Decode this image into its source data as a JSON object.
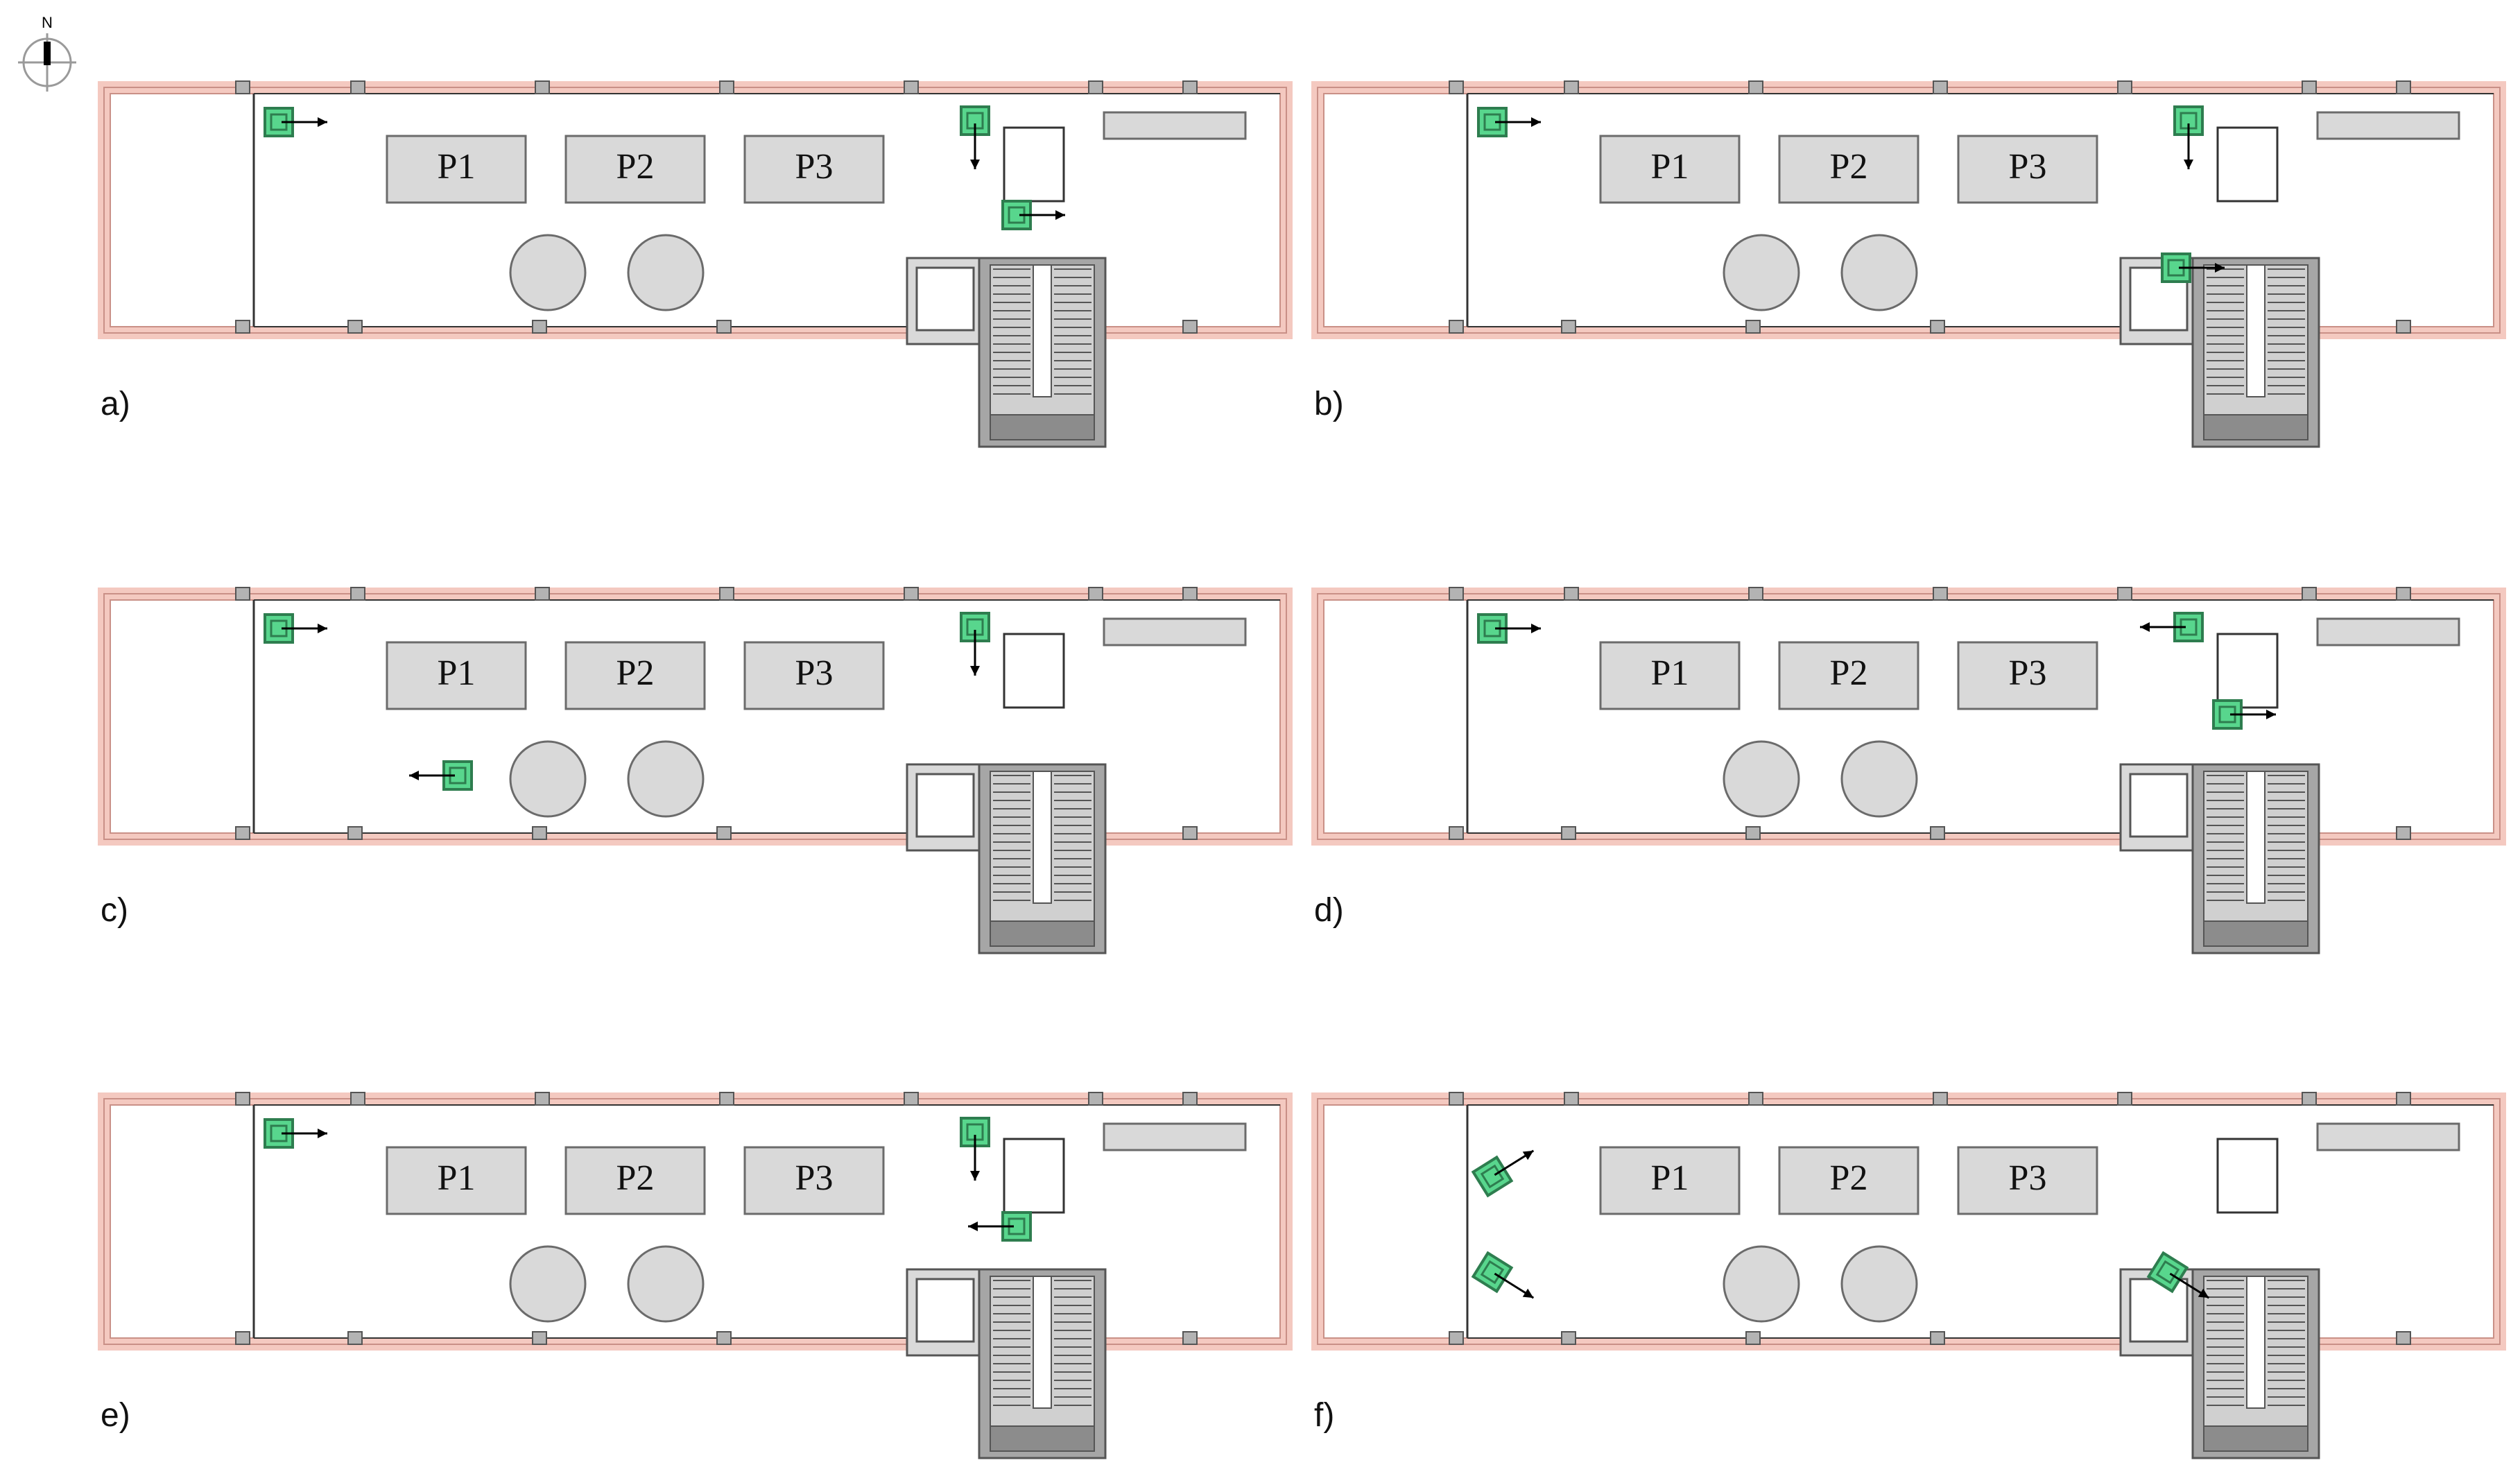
{
  "compass": {
    "label": "N",
    "icon": "north-arrow-icon"
  },
  "colors": {
    "outer_wall": "#f4c9c0",
    "outer_wall_stroke": "#c99087",
    "platform_fill": "#d9d9d9",
    "platform_stroke": "#6b6b6b",
    "stair_fill": "#a6a6a6",
    "stair_dark": "#8c8c8c",
    "camera_fill": "#58d68d",
    "camera_stroke": "#2e7d4f",
    "pillar": "#b3b3b3"
  },
  "platform_labels": [
    "P1",
    "P2",
    "P3"
  ],
  "panels": [
    {
      "label": "a)",
      "cameras": [
        {
          "pos": "nw-corner",
          "dir": "east"
        },
        {
          "pos": "ne-box-top",
          "dir": "south"
        },
        {
          "pos": "ne-box-bottom",
          "dir": "east"
        }
      ],
      "white_box": true
    },
    {
      "label": "b)",
      "cameras": [
        {
          "pos": "nw-corner",
          "dir": "east"
        },
        {
          "pos": "ne-box-top",
          "dir": "south"
        },
        {
          "pos": "south-mid",
          "dir": "east"
        }
      ],
      "white_box": true
    },
    {
      "label": "c)",
      "cameras": [
        {
          "pos": "nw-corner",
          "dir": "east"
        },
        {
          "pos": "ne-box-top",
          "dir": "south"
        },
        {
          "pos": "south-west",
          "dir": "west"
        }
      ],
      "white_box": true
    },
    {
      "label": "d)",
      "cameras": [
        {
          "pos": "nw-corner",
          "dir": "east"
        },
        {
          "pos": "ne-box-top",
          "dir": "west"
        },
        {
          "pos": "ne-box-bottom",
          "dir": "east"
        }
      ],
      "white_box": true
    },
    {
      "label": "e)",
      "cameras": [
        {
          "pos": "nw-corner",
          "dir": "east"
        },
        {
          "pos": "ne-box-top",
          "dir": "south"
        },
        {
          "pos": "ne-box-bottom",
          "dir": "west"
        }
      ],
      "white_box": true
    },
    {
      "label": "f)",
      "cameras": [
        {
          "pos": "west-top",
          "dir": "north-east"
        },
        {
          "pos": "west-bottom",
          "dir": "south-east"
        },
        {
          "pos": "south-mid",
          "dir": "south-east"
        }
      ],
      "white_box": true
    }
  ]
}
